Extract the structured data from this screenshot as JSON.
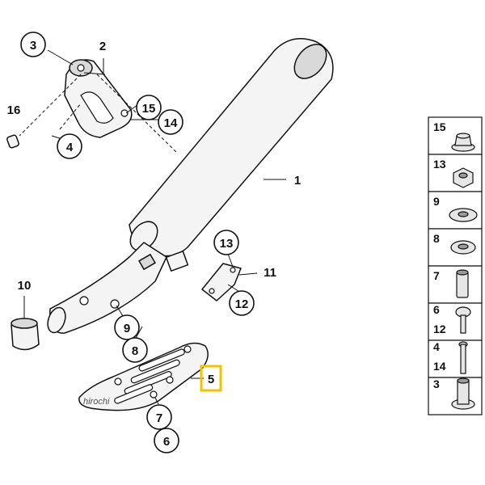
{
  "callouts": {
    "c1": "1",
    "c2": "2",
    "c3": "3",
    "c4": "4",
    "c16": "16",
    "c15": "15",
    "c14": "14",
    "c13": "13",
    "c11": "11",
    "c12": "12",
    "c10": "10",
    "c9": "9",
    "c8": "8",
    "c5": "5",
    "c7": "7",
    "c6": "6"
  },
  "highlighted_part": "5",
  "watermark": "hirochi",
  "sidebar": [
    {
      "labels": [
        "15"
      ],
      "icon": "nut-flange-icon"
    },
    {
      "labels": [
        "13"
      ],
      "icon": "hex-nut-icon"
    },
    {
      "labels": [
        "9"
      ],
      "icon": "washer-icon"
    },
    {
      "labels": [
        "8"
      ],
      "icon": "washer-icon"
    },
    {
      "labels": [
        "7"
      ],
      "icon": "spacer-sleeve-icon"
    },
    {
      "labels": [
        "6",
        "12"
      ],
      "icon": "button-head-screw-icon"
    },
    {
      "labels": [
        "4",
        "14"
      ],
      "icon": "long-bolt-icon"
    },
    {
      "labels": [
        "3"
      ],
      "icon": "shouldered-bolt-icon"
    }
  ],
  "colors": {
    "highlight": "#f2c400",
    "line": "#111111"
  }
}
